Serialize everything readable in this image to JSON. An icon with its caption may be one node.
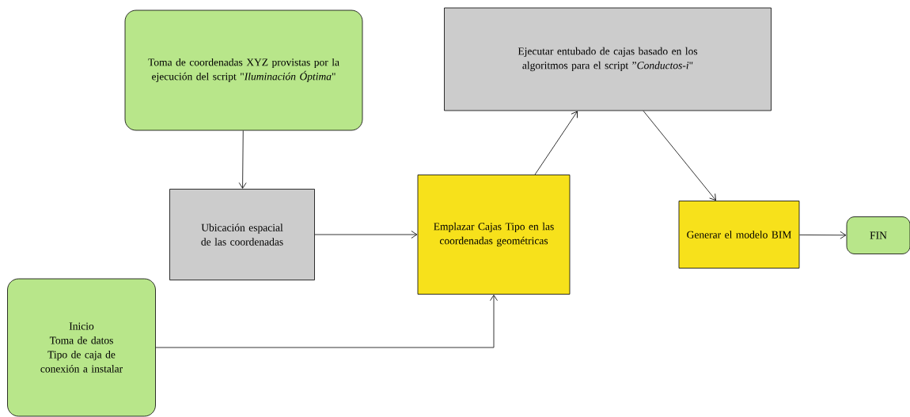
{
  "diagram": {
    "nodes": [
      {
        "text": [
          "Toma de coordenadas XYZ provistas por la ejecución del script \"*Iluminación Óptima*\""
        ]
      },
      {
        "text": [
          "Ubicación espacial de las coordenadas"
        ]
      },
      {
        "text": [
          "Inicio",
          "Toma de datos",
          "Tipo de caja de conexión a instalar"
        ]
      },
      {
        "text": [
          "Emplazar Cajas Tipo en las coordenadas geométricas"
        ]
      },
      {
        "text": [
          "Ejecutar entubado de cajas basado en los algoritmos para el script ”*Conductos-i*\""
        ]
      },
      {
        "text": [
          "Generar el modelo BIM"
        ]
      },
      {
        "text": [
          "FIN"
        ]
      }
    ],
    "edges": [
      {
        "from": 0,
        "to": 1,
        "arrow": "to"
      },
      {
        "from": 1,
        "to": 3,
        "arrow": "to"
      },
      {
        "from": 2,
        "to": 3,
        "arrow": "to"
      },
      {
        "from": 3,
        "to": 4,
        "arrow": "to"
      },
      {
        "from": 4,
        "to": 5,
        "arrow": "to"
      },
      {
        "from": 5,
        "to": 6,
        "arrow": "to"
      }
    ]
  }
}
